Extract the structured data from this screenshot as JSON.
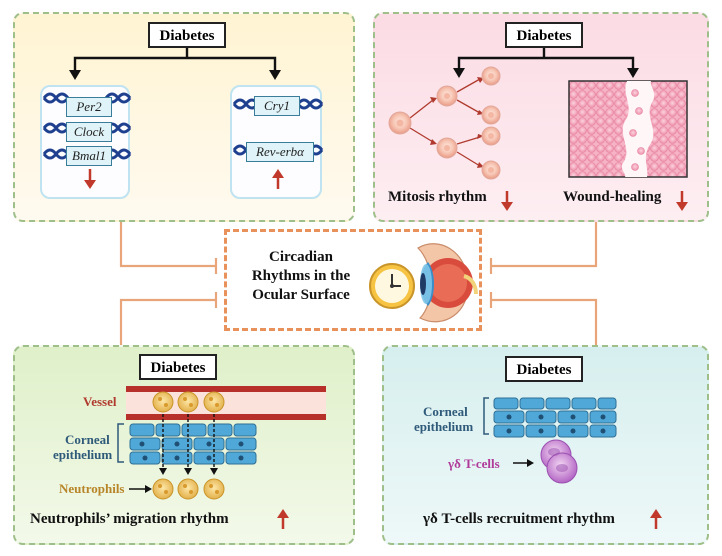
{
  "center": {
    "line1": "Circadian",
    "line2": "Rhythms in the",
    "line3": "Ocular Surface"
  },
  "top_left": {
    "label": "Diabetes",
    "genes_left": [
      "Per2",
      "Clock",
      "Bmal1"
    ],
    "genes_right": [
      "Cry1",
      "Rev-erbα"
    ]
  },
  "top_right": {
    "label": "Diabetes",
    "mitosis": "Mitosis rhythm",
    "wound": "Wound-healing"
  },
  "bottom_left": {
    "label": "Diabetes",
    "vessel": "Vessel",
    "corneal1": "Corneal",
    "corneal2": "epithelium",
    "neutrophils": "Neutrophils",
    "caption": "Neutrophils’ migration  rhythm"
  },
  "bottom_right": {
    "label": "Diabetes",
    "corneal1": "Corneal",
    "corneal2": "epithelium",
    "tcells": "γδ  T-cells",
    "caption": "γδ  T-cells recruitment rhythm"
  },
  "colors": {
    "down_arrow": "#c0392b",
    "up_arrow": "#c0392b",
    "connector": "#e8915a",
    "dna": "#1f3f8f"
  }
}
